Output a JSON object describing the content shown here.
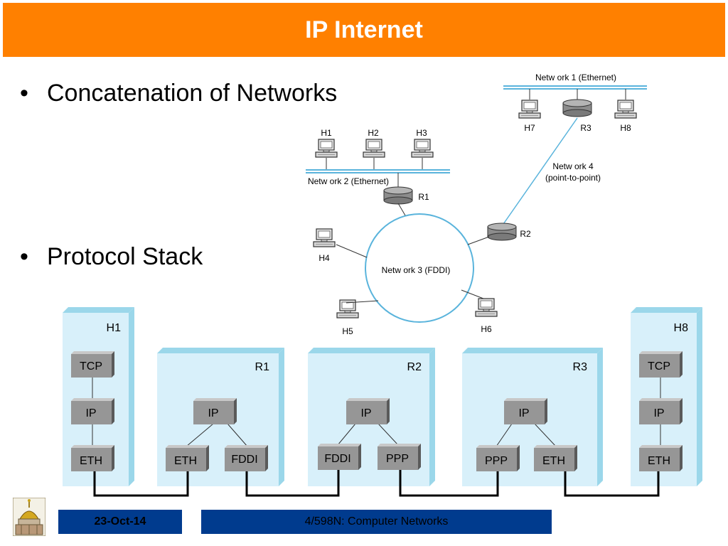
{
  "slide": {
    "title": "IP Internet",
    "bullets": [
      "Concatenation of Networks",
      "Protocol Stack"
    ],
    "bullet_char": "•"
  },
  "topology": {
    "network1": "Netw ork 1 (Ethernet)",
    "network2": "Netw ork 2 (Ethernet)",
    "network3": "Netw ork 3 (FDDI)",
    "network4_line1": "Netw ork 4",
    "network4_line2": "(point-to-point)",
    "hosts": [
      "H1",
      "H2",
      "H3",
      "H4",
      "H5",
      "H6",
      "H7",
      "H8"
    ],
    "routers": [
      "R1",
      "R2",
      "R3"
    ]
  },
  "stack": {
    "nodes": [
      {
        "name": "H1",
        "layers": [
          "TCP",
          "IP",
          "ETH"
        ]
      },
      {
        "name": "R1",
        "layers": [
          "IP",
          "ETH",
          "FDDI"
        ]
      },
      {
        "name": "R2",
        "layers": [
          "IP",
          "FDDI",
          "PPP"
        ]
      },
      {
        "name": "R3",
        "layers": [
          "IP",
          "PPP",
          "ETH"
        ]
      },
      {
        "name": "H8",
        "layers": [
          "TCP",
          "IP",
          "ETH"
        ]
      }
    ]
  },
  "footer": {
    "date": "23-Oct-14",
    "course": "4/598N: Computer Networks"
  },
  "colors": {
    "title_bar": "#ff8000",
    "footer_bar": "#003b8e",
    "stack_panel": "#d8f0fa",
    "stack_panel_side": "#9bd7ea",
    "layer_box": "#969696",
    "network_line": "#5ab4dc"
  },
  "icons": [
    "host-computer-icon",
    "router-icon",
    "notre-dame-dome-logo-icon"
  ]
}
